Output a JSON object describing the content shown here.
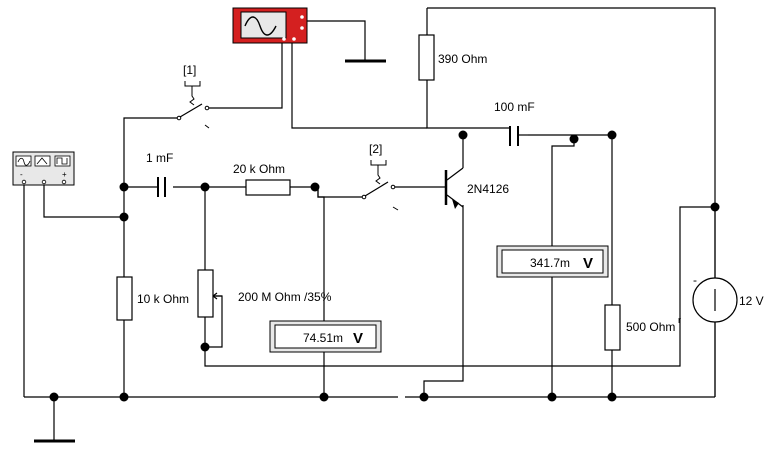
{
  "components": {
    "r_collector": "390  Ohm",
    "cap_out": "100 mF",
    "cap_in": "1 mF",
    "r_series": "20 k Ohm",
    "transistor": "2N4126",
    "r_bias": "10 k Ohm",
    "pot": "200 M Ohm /35%",
    "r_load": "500  Ohm",
    "supply": "12 V",
    "supply_polarity": "-"
  },
  "switches": {
    "s1": "[1]",
    "s2": "[2]"
  },
  "meters": {
    "m1": {
      "value": "74.51m",
      "unit": "V"
    },
    "m2": {
      "value": "341.7m",
      "unit": "V"
    }
  },
  "colors": {
    "oscilloscope_body": "#d42020",
    "wire": "#000000",
    "screen": "#e8e8e8"
  },
  "icons": {
    "oscilloscope": "oscilloscope-icon",
    "function_generator": "function-generator-icon",
    "ground": "ground-icon"
  }
}
